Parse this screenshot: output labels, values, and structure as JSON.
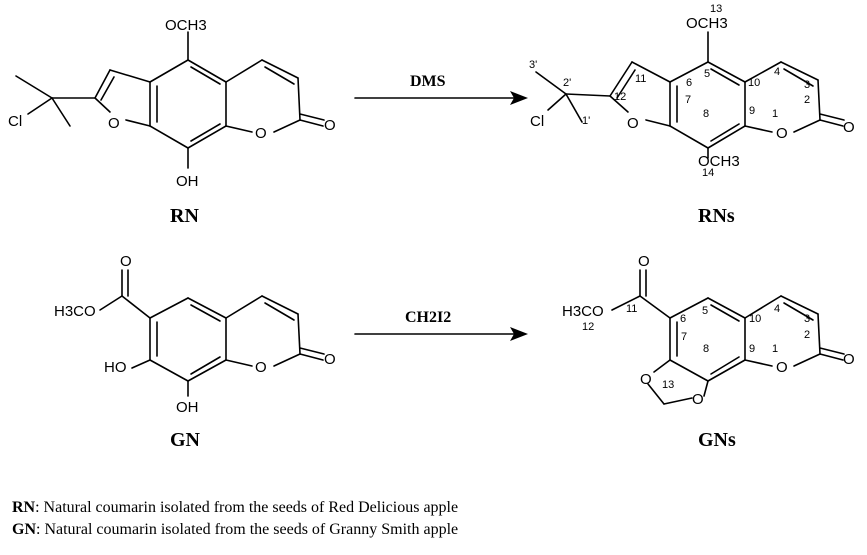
{
  "atoms": {
    "och3": "OCH3",
    "o": "O",
    "oh": "OH",
    "cl": "Cl",
    "h3co": "H3CO",
    "ho": "HO"
  },
  "compounds": {
    "rn": "RN",
    "rns": "RNs",
    "gn": "GN",
    "gns": "GNs"
  },
  "reagents": {
    "dms": "DMS",
    "ch2i2": "CH2I2"
  },
  "rns_numbers": [
    "13",
    "3'",
    "2'",
    "1'",
    "11",
    "12",
    "6",
    "7",
    "5",
    "8",
    "10",
    "9",
    "1",
    "4",
    "3",
    "2",
    "14"
  ],
  "gns_numbers": [
    "11",
    "12",
    "6",
    "5",
    "7",
    "8",
    "10",
    "9",
    "1",
    "4",
    "3",
    "2",
    "13"
  ],
  "footnotes": [
    {
      "abbr": "RN",
      "text": ": Natural coumarin isolated from the seeds of Red Delicious apple"
    },
    {
      "abbr": "GN",
      "text": ": Natural coumarin isolated from the seeds of Granny Smith apple"
    }
  ]
}
